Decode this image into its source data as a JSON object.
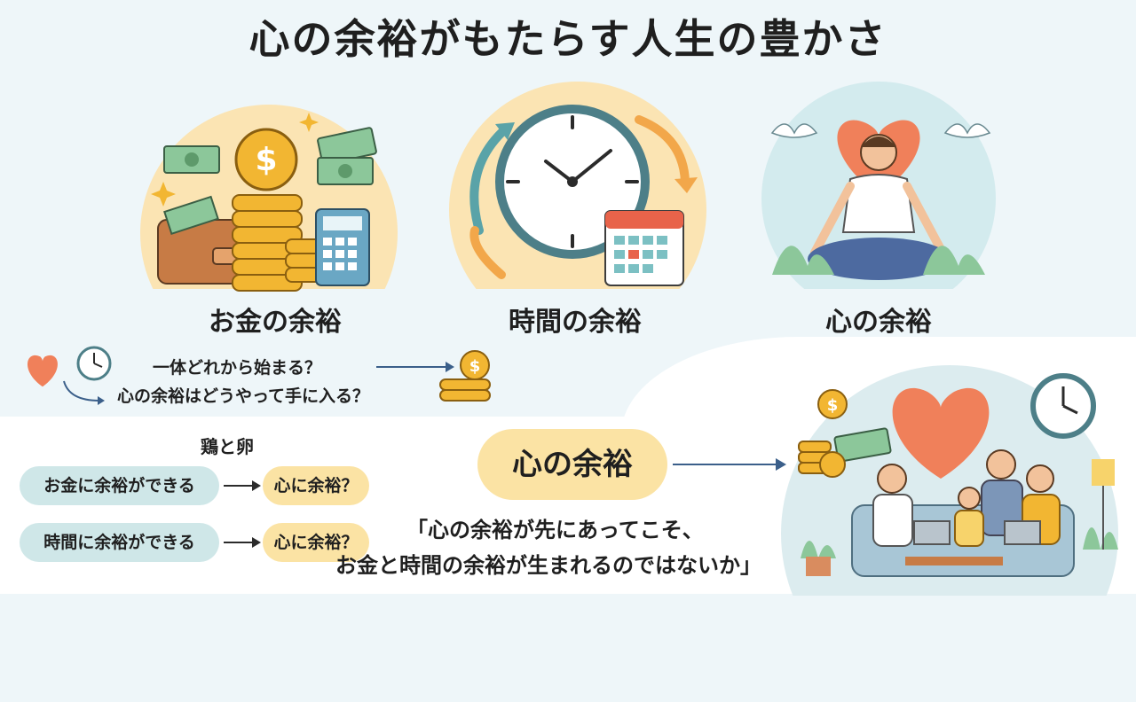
{
  "title": "心の余裕がもたらす人生の豊かさ",
  "pillars": [
    {
      "label": "お金の余裕",
      "icon": "money-icon"
    },
    {
      "label": "時間の余裕",
      "icon": "clock-icon"
    },
    {
      "label": "心の余裕",
      "icon": "meditation-icon"
    }
  ],
  "questions": {
    "line1": "一体どれから始まる？",
    "line2": "心の余裕はどうやって手に入る？"
  },
  "chicken_egg": {
    "heading": "鶏と卵",
    "rows": [
      {
        "cause": "お金に余裕ができる",
        "effect": "心に余裕？"
      },
      {
        "cause": "時間に余裕ができる",
        "effect": "心に余裕？"
      }
    ]
  },
  "center_label": "心の余裕",
  "quote": {
    "line1": "「心の余裕が先にあってこそ、",
    "line2": "お金と時間の余裕が生まれるのではないか」"
  },
  "colors": {
    "accent_yellow": "#fbe3a4",
    "teal": "#cfe7e8",
    "heart": "#f0805a",
    "coin": "#f2b632",
    "money_green": "#8cc79a"
  }
}
